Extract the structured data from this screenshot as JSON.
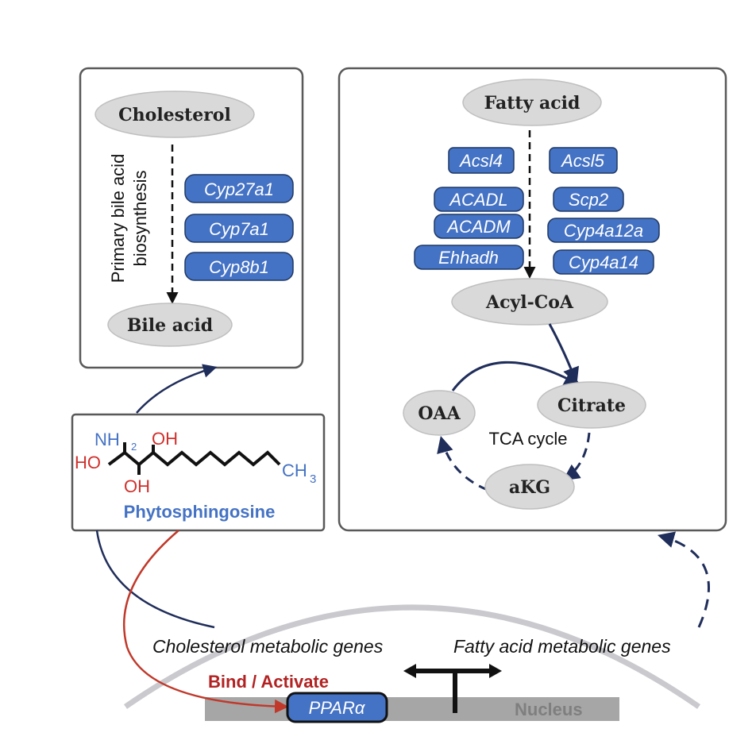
{
  "left_panel": {
    "source": "Cholesterol",
    "target": "Bile acid",
    "pathway_line1": "Primary bile acid",
    "pathway_line2": "biosynthesis",
    "genes": [
      "Cyp27a1",
      "Cyp7a1",
      "Cyp8b1"
    ]
  },
  "right_panel": {
    "source": "Fatty acid",
    "target": "Acyl-CoA",
    "genes_left": [
      "Acsl4",
      "ACADL",
      "ACADM",
      "Ehhadh"
    ],
    "genes_right": [
      "Acsl5",
      "Scp2",
      "Cyp4a12a",
      "Cyp4a14"
    ],
    "tca": {
      "label": "TCA cycle",
      "nodes": [
        "OAA",
        "Citrate",
        "aKG"
      ]
    }
  },
  "molecule": {
    "name": "Phytosphingosine",
    "nh": "NH",
    "nh_sub": "2",
    "oh_top": "OH",
    "ho_left": "HO",
    "oh_bottom": "OH",
    "ch": "CH",
    "ch_sub": "3"
  },
  "bottom": {
    "cholesterol_genes": "Cholesterol metabolic genes",
    "fatty_acid_genes": "Fatty acid metabolic genes",
    "bind_label": "Bind / Activate",
    "receptor": "PPARα",
    "nucleus": "Nucleus"
  },
  "colors": {
    "gene_box": "#4472c4",
    "node": "#d9d9d9",
    "arrow_dark": "#1f2d5a",
    "arrow_red": "#c0392b",
    "molecule_blue": "#4472c4",
    "molecule_red": "#d0312d",
    "bind_text": "#b22222",
    "nucleus_arc": "#c9c9ce",
    "nucleus_bar": "#a6a6a6",
    "nucleus_text": "#7f7f7f"
  }
}
